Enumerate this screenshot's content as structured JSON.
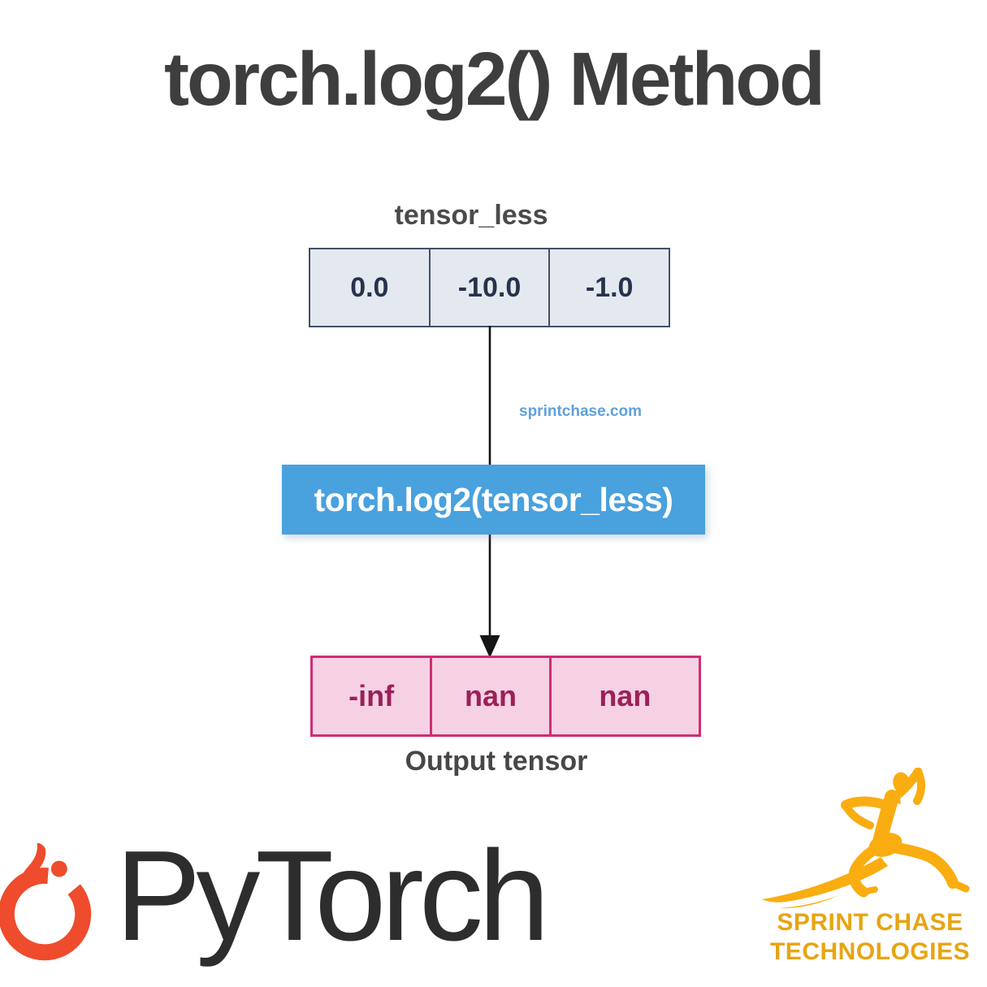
{
  "title": "torch.log2() Method",
  "diagram": {
    "input_label": "tensor_less",
    "input_cells": [
      "0.0",
      "-10.0",
      "-1.0"
    ],
    "watermark": "sprintchase.com",
    "operation_label": "torch.log2(tensor_less)",
    "output_cells": [
      "-inf",
      "nan",
      "nan"
    ],
    "output_label": "Output tensor"
  },
  "branding": {
    "pytorch_wordmark": "PyTorch",
    "company_line1": "SPRINT CHASE",
    "company_line2": "TECHNOLOGIES"
  },
  "icons": {
    "pytorch_flame": "pytorch-flame-icon",
    "runner": "sprinting-runner-icon"
  },
  "colors": {
    "title_text": "#3e3e3e",
    "operation_box_bg": "#49a1dd",
    "operation_box_text": "#ffffff",
    "input_cell_bg": "#e4e9ef",
    "input_border": "#42506b",
    "input_text": "#26334d",
    "output_cell_bg": "#f6d1e4",
    "output_border": "#ce2e74",
    "output_text": "#9c2058",
    "arrow": "#151515",
    "pytorch_orange": "#ee4c2c",
    "pytorch_text": "#2d2d2d",
    "sprint_gold": "#f9ad10",
    "sprint_text_gold": "#e8a411",
    "watermark_blue": "#5fa1dc"
  }
}
